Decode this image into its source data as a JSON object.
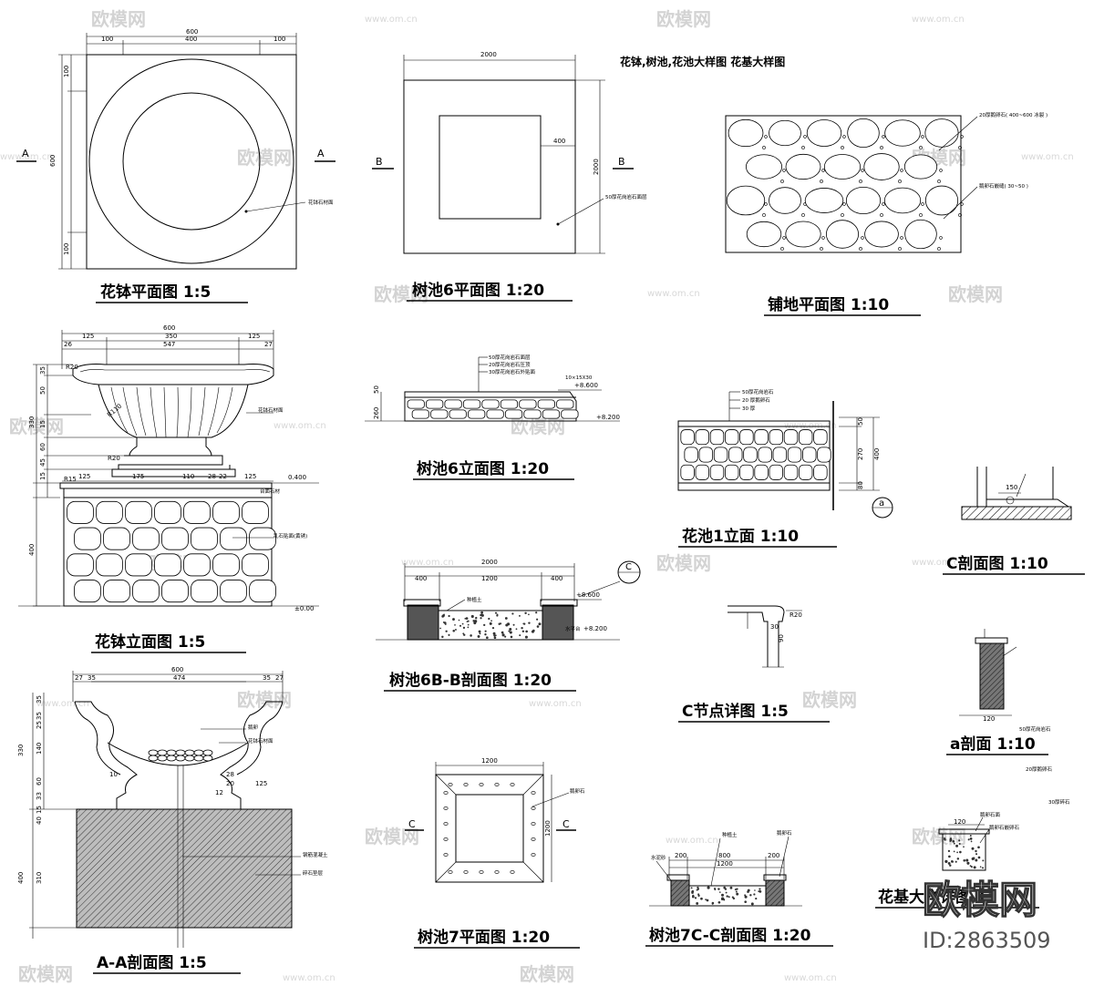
{
  "sheet_title": "花钵,树池,花池大样图 花基大样图",
  "views": {
    "bowl_plan": {
      "title": "花钵平面图  1:5",
      "section_mark_left": "A",
      "section_mark_right": "A",
      "dims_top": [
        "100",
        "400",
        "100"
      ],
      "dim_total": "600",
      "dims_left": [
        "100",
        "600",
        "100"
      ],
      "note": "花钵石材面"
    },
    "pool6_plan": {
      "title": "树池6平面图  1:20",
      "dim_top": "2000",
      "dim_right": "2000",
      "dim_inner": "400",
      "mark_left": "B",
      "mark_right": "B",
      "note": "50厚花岗岩石面层"
    },
    "paving_plan": {
      "title": "铺地平面图   1:10",
      "note1": "20厚鹅卵石( 400~600 冰裂 )",
      "note2": "鹅卵石嵌缝( 30~50 )"
    },
    "bowl_elev": {
      "title": "花钵立面图  1:5",
      "dim_total": "600",
      "dims_top": [
        "125",
        "350",
        "125"
      ],
      "dims_mid": [
        "26",
        "547",
        "27"
      ],
      "dims_base": [
        "125",
        "175",
        "110",
        "28",
        "22",
        "125"
      ],
      "dims_left": [
        "35",
        "50",
        "15",
        "330",
        "60",
        "45",
        "15",
        "400"
      ],
      "radius_labels": [
        "R20",
        "R110",
        "R20",
        "R15"
      ],
      "level_top": "0.400",
      "level_base": "±0.00",
      "note1": "花钵石材面",
      "note2": "台面石材",
      "note3": "乱石贴面(黄锈)"
    },
    "pool6_elev": {
      "title": "树池6立面图  1:20",
      "notes": [
        "50厚花岗岩石面层",
        "20厚花岗岩石压顶",
        "30厚花岗岩石外贴面"
      ],
      "dim_note": "10×15X30",
      "level1": "+8.600",
      "level2": "+8.200",
      "dims": [
        "50",
        "260"
      ]
    },
    "pool6_section": {
      "title": "树池6B-B剖面图  1:20",
      "dim_total": "2000",
      "dims": [
        "400",
        "1200",
        "400"
      ],
      "level1": "+8.600",
      "level2": "+8.200",
      "label1": "种植土",
      "label2": "水平台",
      "mark": "C"
    },
    "bed1_elev": {
      "title": "花池1立面     1:10",
      "notes": [
        "50厚花岗岩石",
        "20   厚鹅卵石",
        "30   厚"
      ],
      "dims": [
        "50",
        "270",
        "80",
        "400"
      ],
      "mark": "a"
    },
    "c_section": {
      "title": "C剖面图    1:10",
      "dim": "150"
    },
    "c_node": {
      "title": "C节点详图     1:5",
      "labels": [
        "R20",
        "30",
        "90"
      ]
    },
    "a_section": {
      "title": "a剖面  1:10",
      "dim": "120",
      "note": "50厚花岗岩石"
    },
    "bowl_aa": {
      "title": "A-A剖面图    1:5",
      "dim_total": "600",
      "dims_top": [
        "27",
        "35",
        "474",
        "35",
        "27"
      ],
      "dims_left": [
        "35",
        "35",
        "25",
        "330",
        "140",
        "60",
        "33",
        "15",
        "40",
        "400",
        "310"
      ],
      "dims_inner": [
        "28",
        "20",
        "12",
        "125",
        "10"
      ],
      "notes": [
        "鹅卵",
        "花钵石材面",
        "钢筋混凝土",
        "碎石垫层"
      ]
    },
    "pool7_plan": {
      "title": "树池7平面图   1:20",
      "dim_top": "1200",
      "dim_right": "1200",
      "mark_left": "C",
      "mark_right": "C",
      "note": "鹅卵石"
    },
    "pool7_section": {
      "title": "树池7C-C剖面图  1:20",
      "dims_top": [
        "200",
        "800",
        "200"
      ],
      "dim_total": "1200",
      "labels": [
        "种植土",
        "鹅卵石",
        "水泥砂"
      ]
    },
    "flower_base": {
      "title": "花基大样详图  1:",
      "dim": "120",
      "notes": [
        "鹅卵石面",
        "鹅卵石嵌卵石",
        "20厚鹅卵石",
        "30厚碎石"
      ]
    }
  },
  "watermark": {
    "brand": "欧模网",
    "url": "www.om.cn",
    "id": "ID:2863509"
  }
}
